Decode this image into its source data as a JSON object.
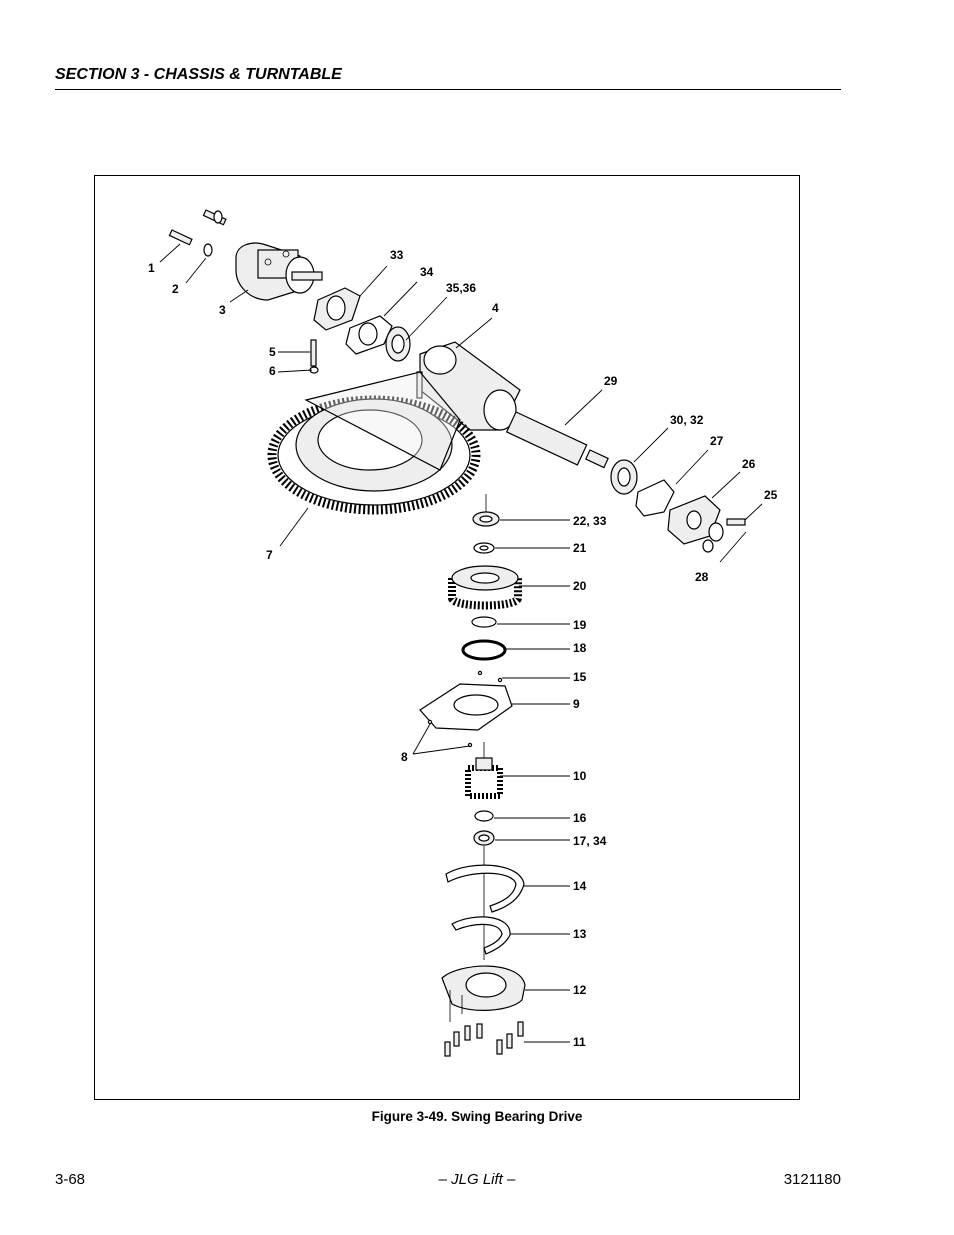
{
  "header": {
    "section_title": "SECTION 3 - CHASSIS & TURNTABLE"
  },
  "figure": {
    "caption": "Figure 3-49.  Swing Bearing Drive",
    "callouts": {
      "c1": "1",
      "c2": "2",
      "c3": "3",
      "c33": "33",
      "c34": "34",
      "c3536": "35,36",
      "c4": "4",
      "c5": "5",
      "c6": "6",
      "c29": "29",
      "c3032": "30, 32",
      "c27": "27",
      "c26": "26",
      "c25": "25",
      "c28": "28",
      "c7": "7",
      "c2233": "22, 33",
      "c21": "21",
      "c20": "20",
      "c19": "19",
      "c18": "18",
      "c15": "15",
      "c9": "9",
      "c8": "8",
      "c10": "10",
      "c16": "16",
      "c1734": "17, 34",
      "c14": "14",
      "c13": "13",
      "c12": "12",
      "c11": "11"
    }
  },
  "footer": {
    "page_number": "3-68",
    "publisher": "– JLG Lift –",
    "doc_number": "3121180"
  }
}
